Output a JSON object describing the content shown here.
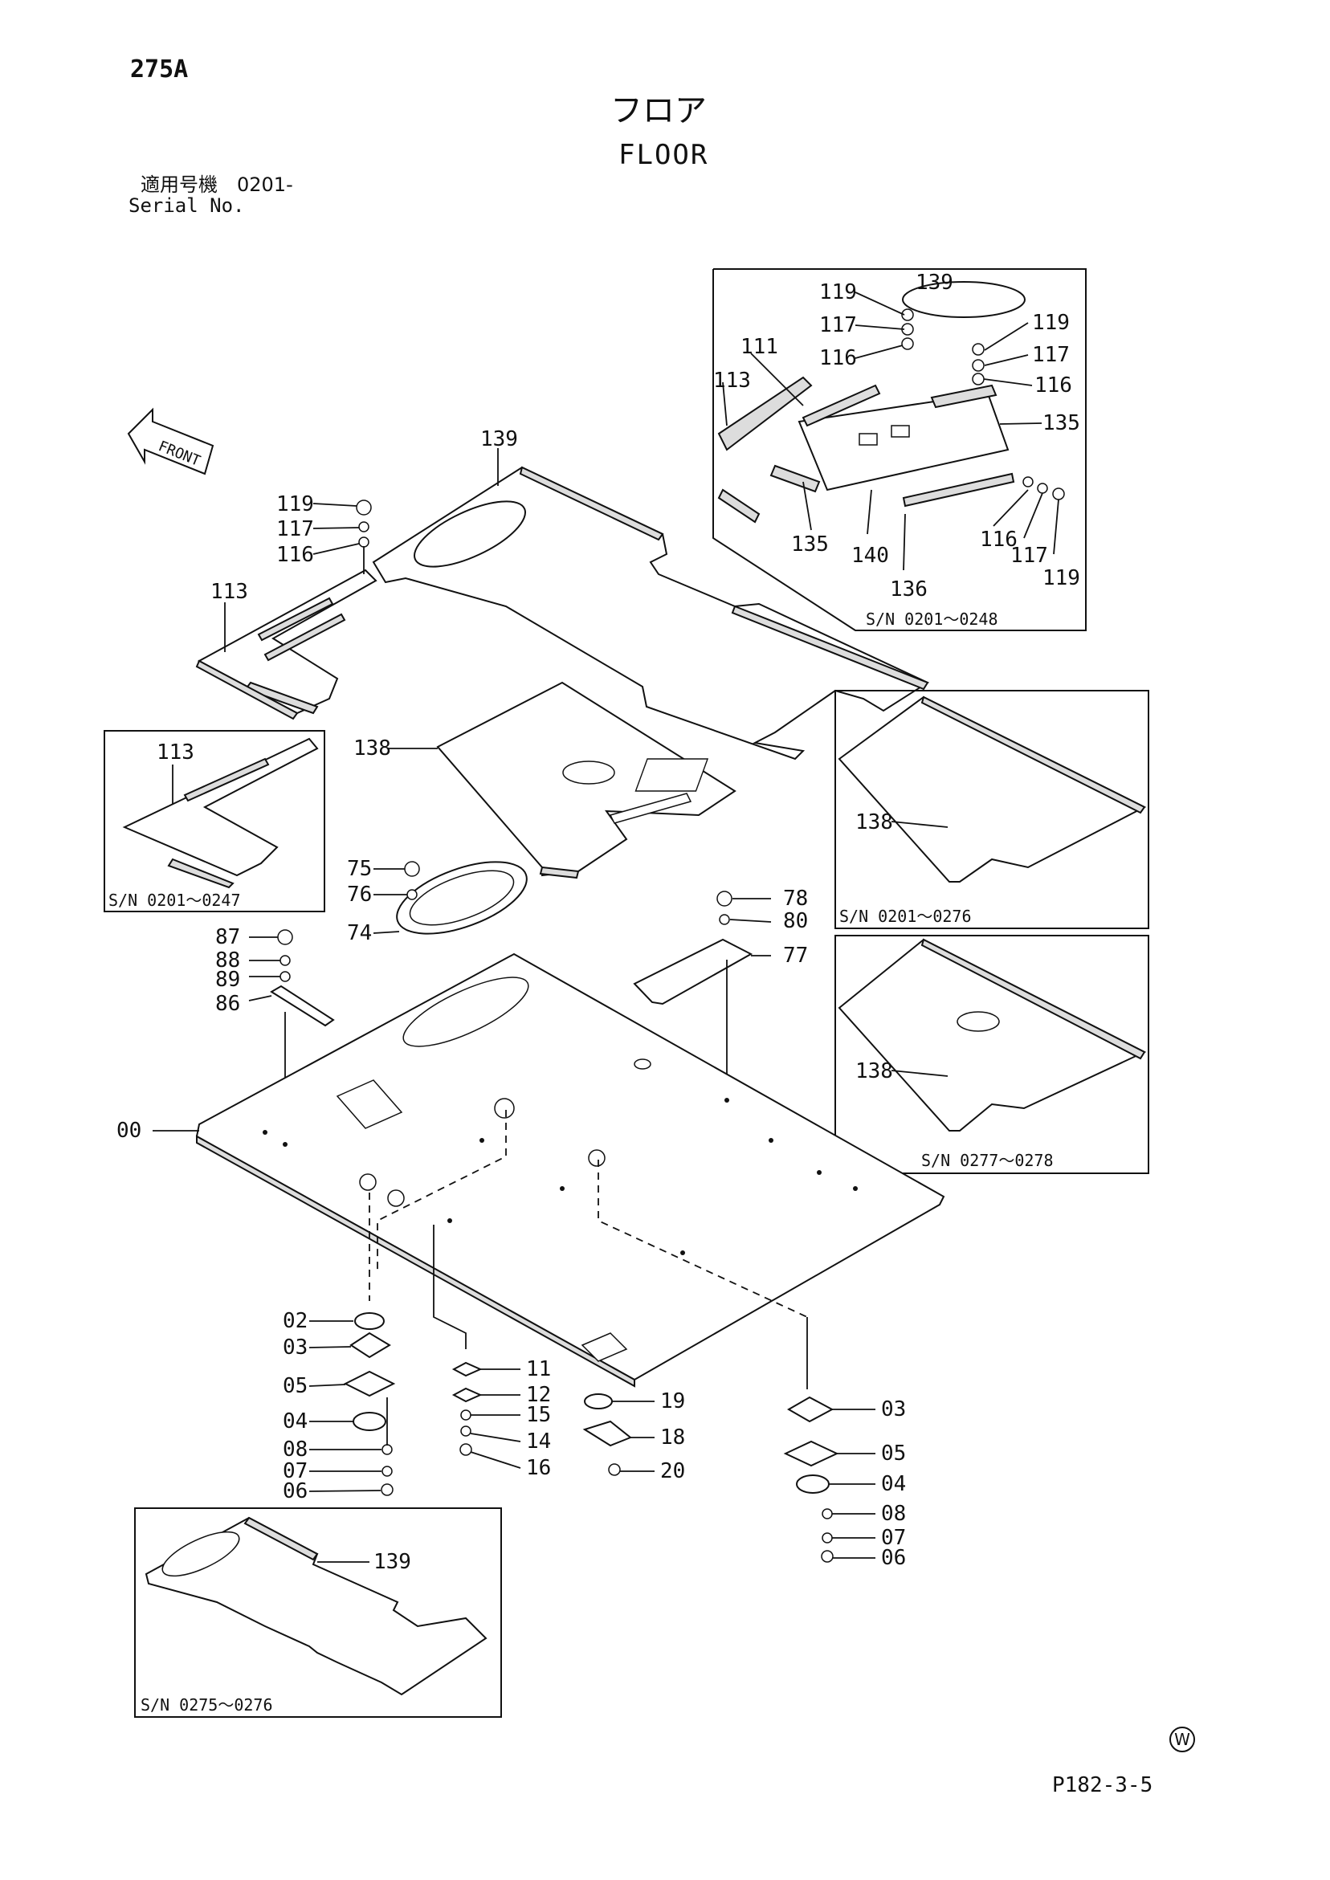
{
  "header": {
    "code": "275A",
    "title_jp": "フロア",
    "title_en": "FLOOR",
    "serial_jp": "適用号機　0201-",
    "serial_en": "Serial No."
  },
  "footer": {
    "page_ref": "P182-3-5",
    "mark": "W"
  },
  "front_label": "FRONT",
  "callouts": {
    "c139_top": "139",
    "c119_top": "119",
    "c117_top": "117",
    "c116_top": "116",
    "c113": "113",
    "c138": "138",
    "c75": "75",
    "c76": "76",
    "c74": "74",
    "c87": "87",
    "c88": "88",
    "c89": "89",
    "c86": "86",
    "c00": "00",
    "c78": "78",
    "c80": "80",
    "c77": "77",
    "c02": "02",
    "c03_l": "03",
    "c05_l": "05",
    "c04_l": "04",
    "c08_l": "08",
    "c07_l": "07",
    "c06_l": "06",
    "c11": "11",
    "c12": "12",
    "c15": "15",
    "c14": "14",
    "c16": "16",
    "c19": "19",
    "c18": "18",
    "c20": "20",
    "c03_r": "03",
    "c05_r": "05",
    "c04_r": "04",
    "c08_r": "08",
    "c07_r": "07",
    "c06_r": "06"
  },
  "insets": {
    "top_right": {
      "serial": "S/N  0201～0248",
      "labels": {
        "i119a": "119",
        "i139": "139",
        "i117a": "117",
        "i119b": "119",
        "i117b": "117",
        "i116a": "116",
        "i111": "111",
        "i113": "113",
        "i116b": "116",
        "i135a": "135",
        "i135b": "135",
        "i140": "140",
        "i116c": "116",
        "i117c": "117",
        "i119c": "119",
        "i136": "136"
      }
    },
    "left_113": {
      "serial": "S/N  0201～0247",
      "label": "113"
    },
    "right_138_a": {
      "serial": "S/N  0201～0276",
      "label": "138"
    },
    "right_138_b": {
      "serial": "S/N  0277～0278",
      "label": "138"
    },
    "bottom_139": {
      "serial": "S/N  0275～0276",
      "label": "139"
    }
  }
}
